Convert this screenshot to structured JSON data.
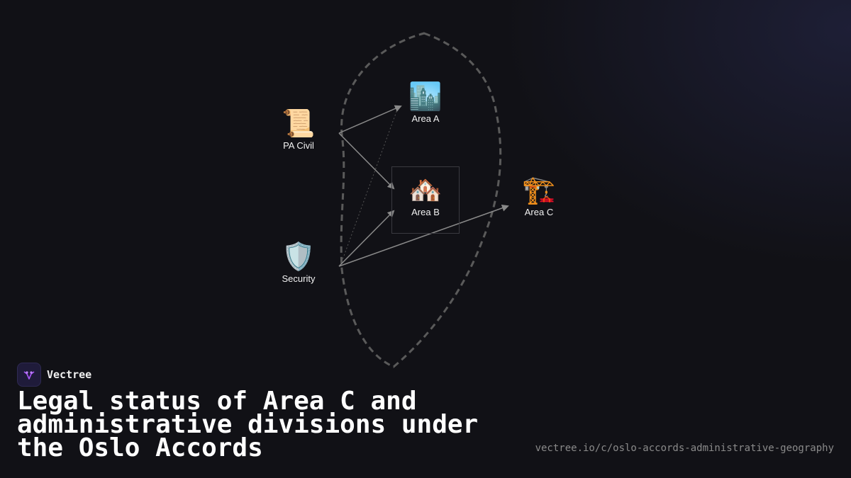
{
  "brand": {
    "name": "Vectree",
    "logo_icon": "vectree-logo-icon"
  },
  "title": "Legal status of Area C and administrative divisions under the Oslo Accords",
  "url": "vectree.io/c/oslo-accords-administrative-geography",
  "nodes": {
    "pa_civil": {
      "label": "PA Civil",
      "icon": "scroll-icon",
      "glyph": "📜"
    },
    "security": {
      "label": "Security",
      "icon": "shield-icon",
      "glyph": "🛡️"
    },
    "area_a": {
      "label": "Area A",
      "icon": "cityscape-icon",
      "glyph": "🏙️"
    },
    "area_b": {
      "label": "Area B",
      "icon": "houses-icon",
      "glyph": "🏘️"
    },
    "area_c": {
      "label": "Area C",
      "icon": "construction-crane-icon",
      "glyph": "🏗️"
    }
  },
  "colors": {
    "background": "#111116",
    "edge": "#8a8a8a",
    "region_outline": "#5a5a5a",
    "text": "#ffffff",
    "url": "#8a8a8a",
    "logo_accent": "#a855f7"
  }
}
